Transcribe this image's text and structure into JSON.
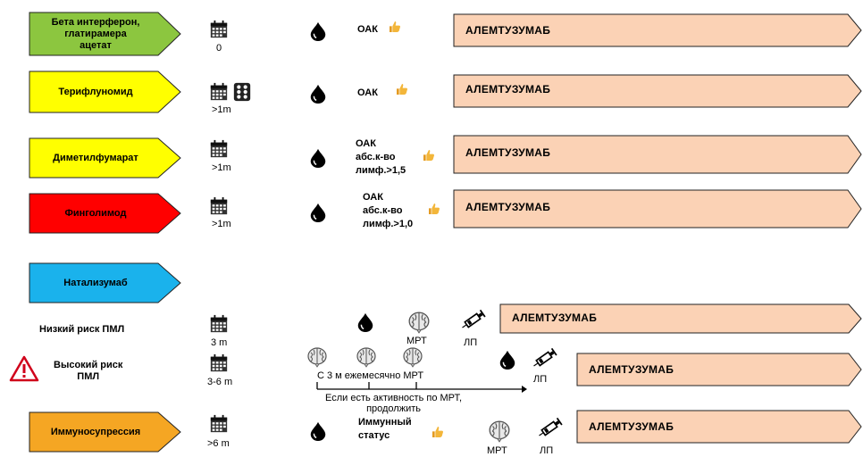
{
  "colors": {
    "green": "#8cc63f",
    "yellow": "#ffff00",
    "red": "#ff0000",
    "blue": "#1ab2ec",
    "orange": "#f5a623",
    "result_fill": "#fbd2b5",
    "icon_dark": "#000000",
    "thumb": "#f3b63a"
  },
  "rows": [
    {
      "drug": "Бета интерферон,\nглатирамера\nацетат",
      "color": "green",
      "interval": "0",
      "test": "ОАК",
      "result": "АЛЕМТУЗУМАБ"
    },
    {
      "drug": "Терифлуномид",
      "color": "yellow",
      "interval": ">1m",
      "test": "ОАК",
      "result": "АЛЕМТУЗУМАБ"
    },
    {
      "drug": "Диметилфумарат",
      "color": "yellow",
      "interval": ">1m",
      "test": "ОАК\nабс.к-во\nлимф.>1,5",
      "result": "АЛЕМТУЗУМАБ"
    },
    {
      "drug": "Финголимод",
      "color": "red",
      "interval": ">1m",
      "test": "ОАК\nабс.к-во\nлимф.>1,0",
      "result": "АЛЕМТУЗУМАБ"
    }
  ],
  "natalizumab": {
    "drug": "Натализумаб",
    "color": "blue",
    "low_risk": {
      "label": "Низкий риск ПМЛ",
      "interval": "3 m",
      "mri": "МРТ",
      "lp": "ЛП",
      "result": "АЛЕМТУЗУМАБ"
    },
    "high_risk": {
      "label": "Высокий риск\nПМЛ",
      "interval": "3-6 m",
      "timeline_text": "С 3 м ежемесячно МРТ",
      "note": "Если есть активность по МРТ,\nпродолжить",
      "lp": "ЛП",
      "result": "АЛЕМТУЗУМАБ"
    }
  },
  "immuno": {
    "drug": "Иммуносупрессия",
    "color": "orange",
    "interval": ">6 m",
    "test": "Иммунный\nстатус",
    "mri": "МРТ",
    "lp": "ЛП",
    "result": "АЛЕМТУЗУМАБ"
  },
  "icons": [
    "calendar-icon",
    "pill-pack-icon",
    "blood-drop-icon",
    "thumbs-up-icon",
    "brain-icon",
    "syringe-icon",
    "warning-icon"
  ]
}
